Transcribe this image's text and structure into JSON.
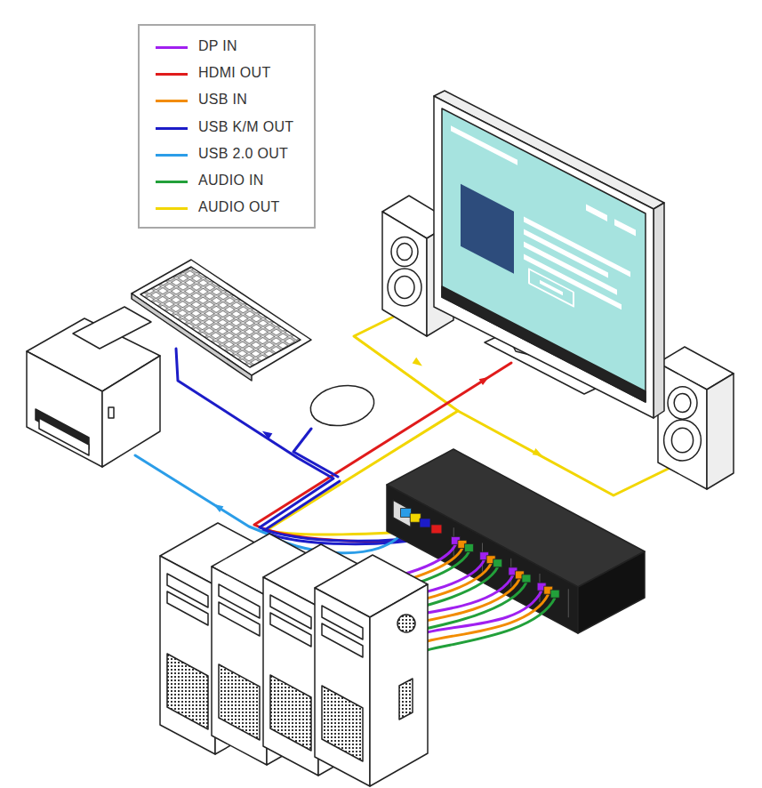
{
  "diagram": {
    "legend": [
      {
        "text": "DP IN",
        "color": "#a020f0"
      },
      {
        "text": "HDMI OUT",
        "color": "#e01b1b"
      },
      {
        "text": "USB IN",
        "color": "#f28c00"
      },
      {
        "text": "USB K/M OUT",
        "color": "#1c1cc8"
      },
      {
        "text": "USB 2.0 OUT",
        "color": "#2b9de8"
      },
      {
        "text": "AUDIO IN",
        "color": "#22a03a"
      },
      {
        "text": "AUDIO OUT",
        "color": "#f2d600"
      }
    ]
  }
}
